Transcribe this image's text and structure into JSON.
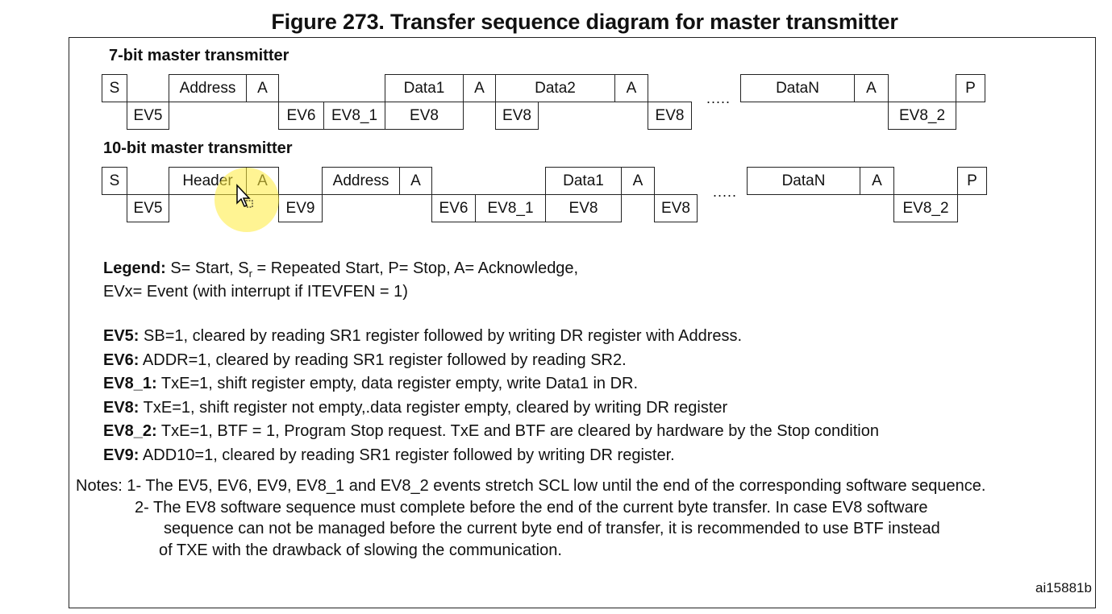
{
  "figure": {
    "title": "Figure 273. Transfer sequence diagram for master transmitter",
    "ref_id": "ai15881b"
  },
  "seq7": {
    "label": "7-bit master transmitter",
    "cells": [
      "S",
      "Address",
      "A",
      "Data1",
      "A",
      "Data2",
      "A",
      "DataN",
      "A",
      "P"
    ],
    "events": [
      "EV5",
      "EV6",
      "EV8_1",
      "EV8",
      "EV8",
      "EV8",
      "EV8_2"
    ],
    "ellipsis": "....."
  },
  "seq10": {
    "label": "10-bit master transmitter",
    "cells": [
      "S",
      "Header",
      "A",
      "Address",
      "A",
      "Data1",
      "A",
      "DataN",
      "A",
      "P"
    ],
    "events": [
      "EV5",
      "EV9",
      "EV6",
      "EV8_1",
      "EV8",
      "EV8",
      "EV8_2"
    ],
    "ellipsis": "....."
  },
  "legend": {
    "label": "Legend:",
    "text_a": " S= Start, S",
    "sub_r": "r",
    "text_b": " = Repeated Start, P= Stop, A= Acknowledge,",
    "line2": "EVx= Event (with interrupt if ITEVFEN = 1)"
  },
  "events": [
    {
      "name": "EV5:",
      "desc": " SB=1, cleared by reading SR1 register followed by writing DR register with Address."
    },
    {
      "name": "EV6:",
      "desc": " ADDR=1, cleared by reading SR1 register followed by reading SR2."
    },
    {
      "name": "EV8_1:",
      "desc": " TxE=1, shift register empty, data register empty, write Data1 in DR."
    },
    {
      "name": "EV8:",
      "desc": " TxE=1, shift register not empty,.data register empty, cleared by writing DR register"
    },
    {
      "name": "EV8_2:",
      "desc": " TxE=1, BTF = 1, Program Stop request. TxE and BTF are cleared by hardware by the Stop condition"
    },
    {
      "name": "EV9:",
      "desc": " ADD10=1, cleared by reading SR1 register followed by writing DR register."
    }
  ],
  "notes": {
    "line1": "Notes: 1- The EV5, EV6, EV9, EV8_1 and EV8_2 events stretch SCL low until the end of the corresponding software sequence.",
    "line2": "2- The EV8 software sequence must complete before the end of the current byte transfer. In case EV8 software",
    "line3": "sequence can not be managed before the current byte end of transfer, it is recommended to use BTF instead",
    "line4": "of TXE with the drawback of slowing the communication."
  },
  "cursor": {
    "highlight_color": "#ffeb3b"
  }
}
